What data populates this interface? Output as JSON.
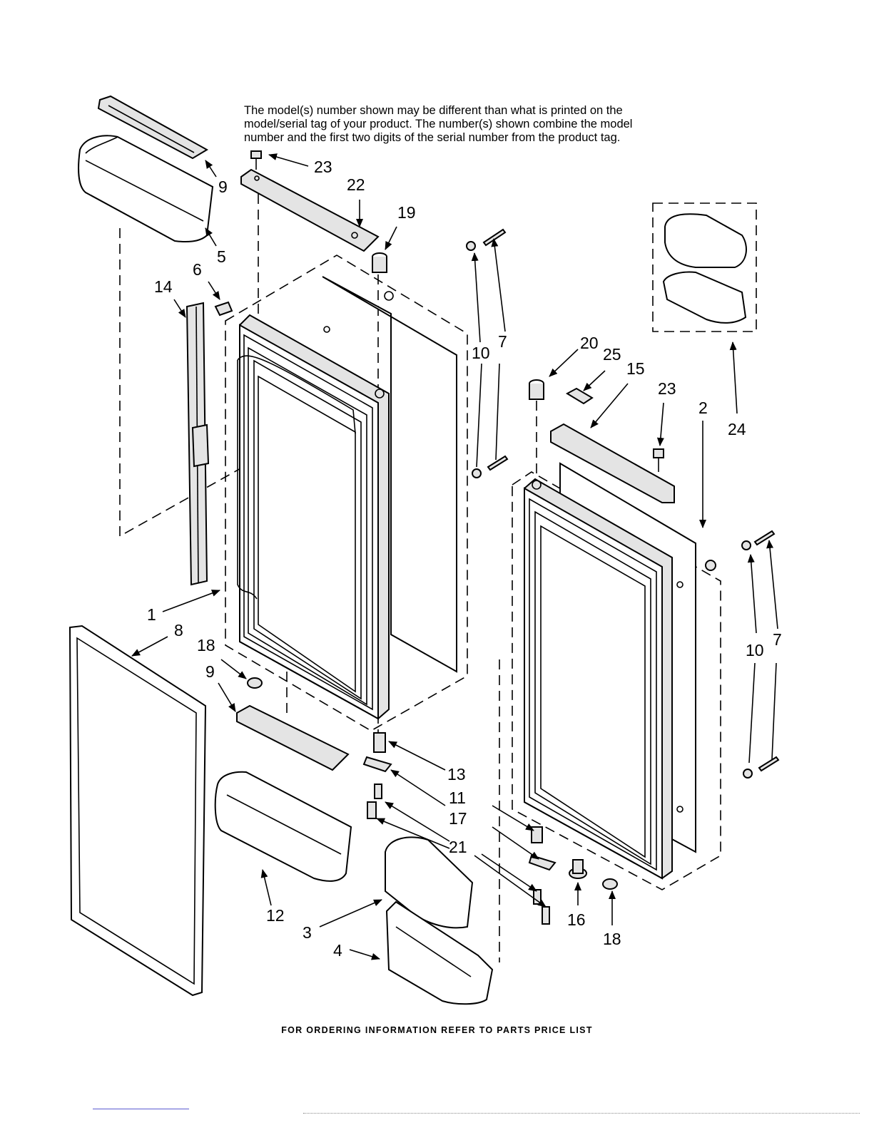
{
  "note": {
    "line1": "The model(s) number shown may be different than what is printed on the",
    "line2": "model/serial tag of your product. The number(s) shown combine the model",
    "line3": "number and the first two digits of the serial number from the product tag."
  },
  "footer": "FOR ORDERING INFORMATION REFER TO PARTS PRICE LIST",
  "callouts": [
    "23",
    "9",
    "22",
    "19",
    "5",
    "6",
    "14",
    "10",
    "7",
    "20",
    "25",
    "15",
    "23",
    "2",
    "24",
    "1",
    "8",
    "18",
    "9",
    "10",
    "7",
    "13",
    "11",
    "17",
    "21",
    "12",
    "3",
    "4",
    "16",
    "18"
  ]
}
